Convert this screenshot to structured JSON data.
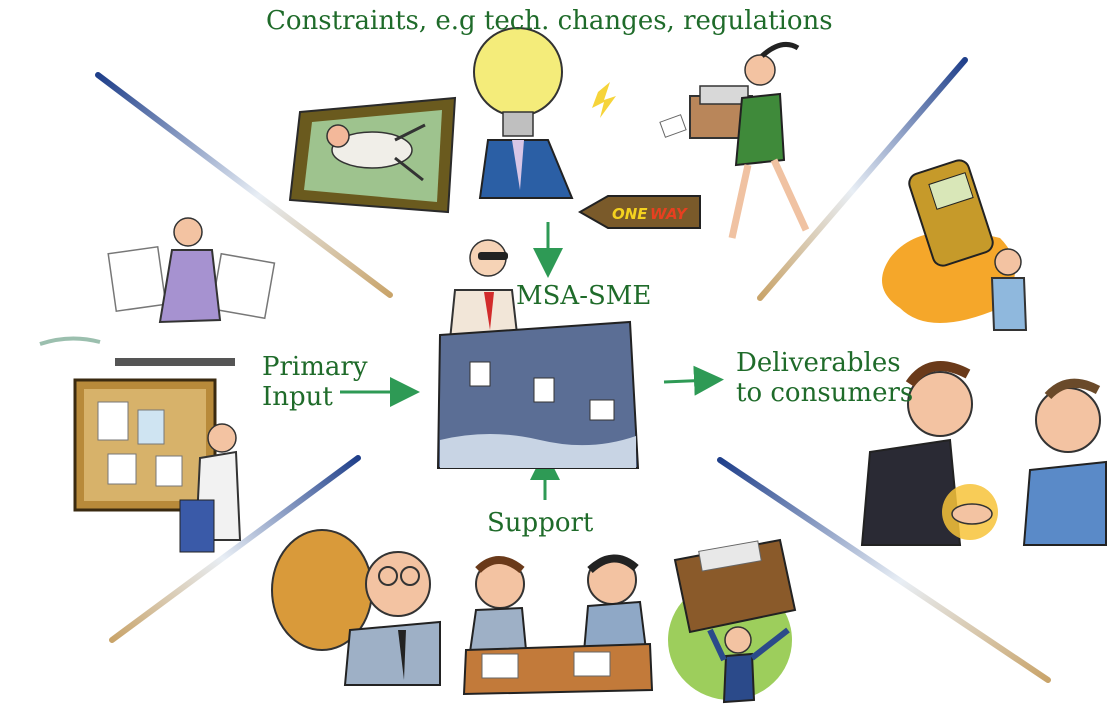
{
  "labels": {
    "constraints": "Constraints, e.g tech. changes, regulations",
    "center": "MSA-SME",
    "primary_input_line1": "Primary",
    "primary_input_line2": "Input",
    "deliverables_line1": "Deliverables",
    "deliverables_line2": "to consumers",
    "support": "Support",
    "one_way_sign_word1": "ONE",
    "one_way_sign_word2": "WAY"
  },
  "colors": {
    "label_text": "#1f6b2a",
    "arrow": "#2e9a55",
    "divider_blue": "#1f3f8a",
    "divider_tan": "#c9a46a"
  },
  "icons": [
    "businessman-in-picture-frame-illustration",
    "lightbulb-head-businessman-illustration",
    "woman-carrying-boxes-illustration",
    "one-way-sign-icon",
    "running-man-with-papers-illustration",
    "bulletin-board-man-illustration",
    "office-cubicle-workers-illustration",
    "cell-phone-man-illustration",
    "handshake-illustration",
    "backpack-man-illustration",
    "two-men-at-desk-illustration",
    "man-lifting-briefcase-illustration"
  ]
}
